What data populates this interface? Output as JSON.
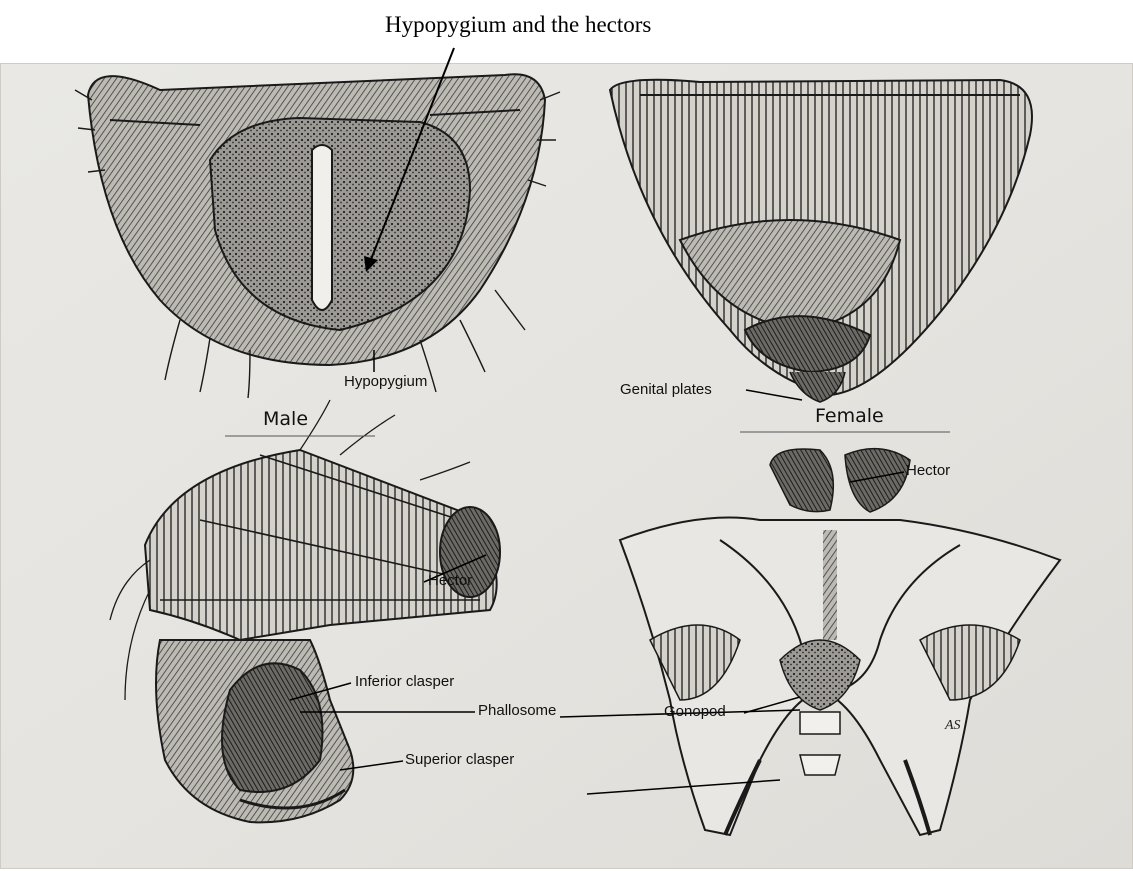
{
  "caption": "Hypopygium and the hectors",
  "panels": {
    "male_top": {
      "label": "Hypopygium",
      "sex": "Male"
    },
    "female_top": {
      "label": "Genital plates",
      "sex": "Female"
    },
    "male_side": {
      "labels": [
        "Hector",
        "Inferior clasper",
        "Phallosome",
        "Superior clasper"
      ]
    },
    "female_bottom": {
      "labels": [
        "Hector",
        "Gonopod"
      ],
      "artist_mark": "AS"
    }
  },
  "colors": {
    "paper": "#e7e5e1",
    "ink": "#1a1a1a",
    "caption_ink": "#000000"
  }
}
